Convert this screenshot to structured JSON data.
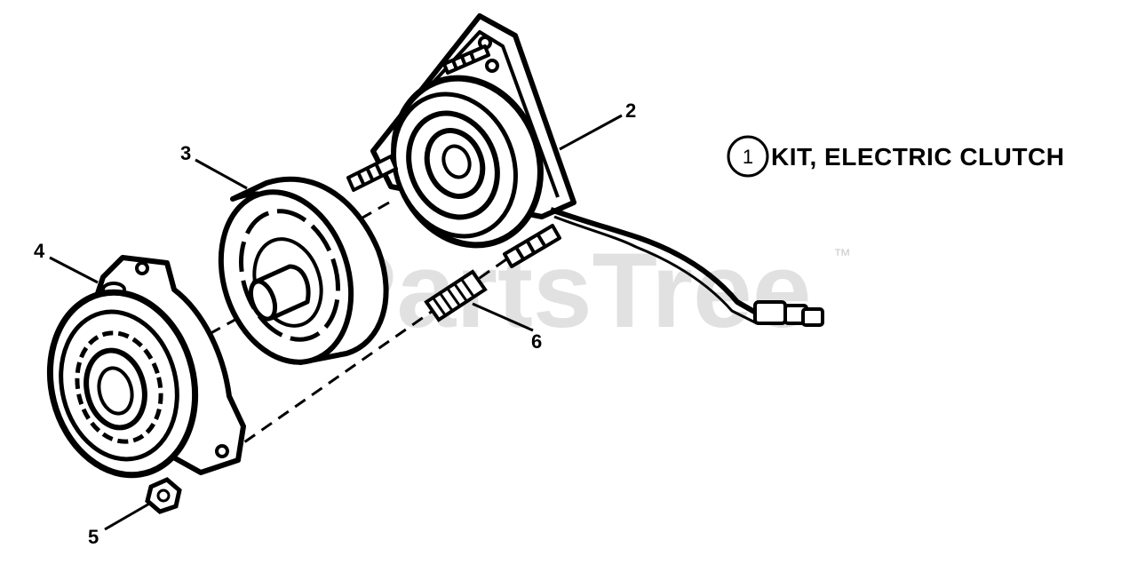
{
  "diagram": {
    "kit": {
      "number": "1",
      "label": "KIT, ELECTRIC CLUTCH"
    },
    "callouts": [
      {
        "id": "2",
        "label": "2"
      },
      {
        "id": "3",
        "label": "3"
      },
      {
        "id": "4",
        "label": "4"
      },
      {
        "id": "5",
        "label": "5"
      },
      {
        "id": "6",
        "label": "6"
      }
    ]
  },
  "watermark": {
    "text": "PartsTree",
    "trademark": "™"
  },
  "colors": {
    "ink": "#000000",
    "paper": "#ffffff",
    "watermark": "#d9d9d9"
  }
}
